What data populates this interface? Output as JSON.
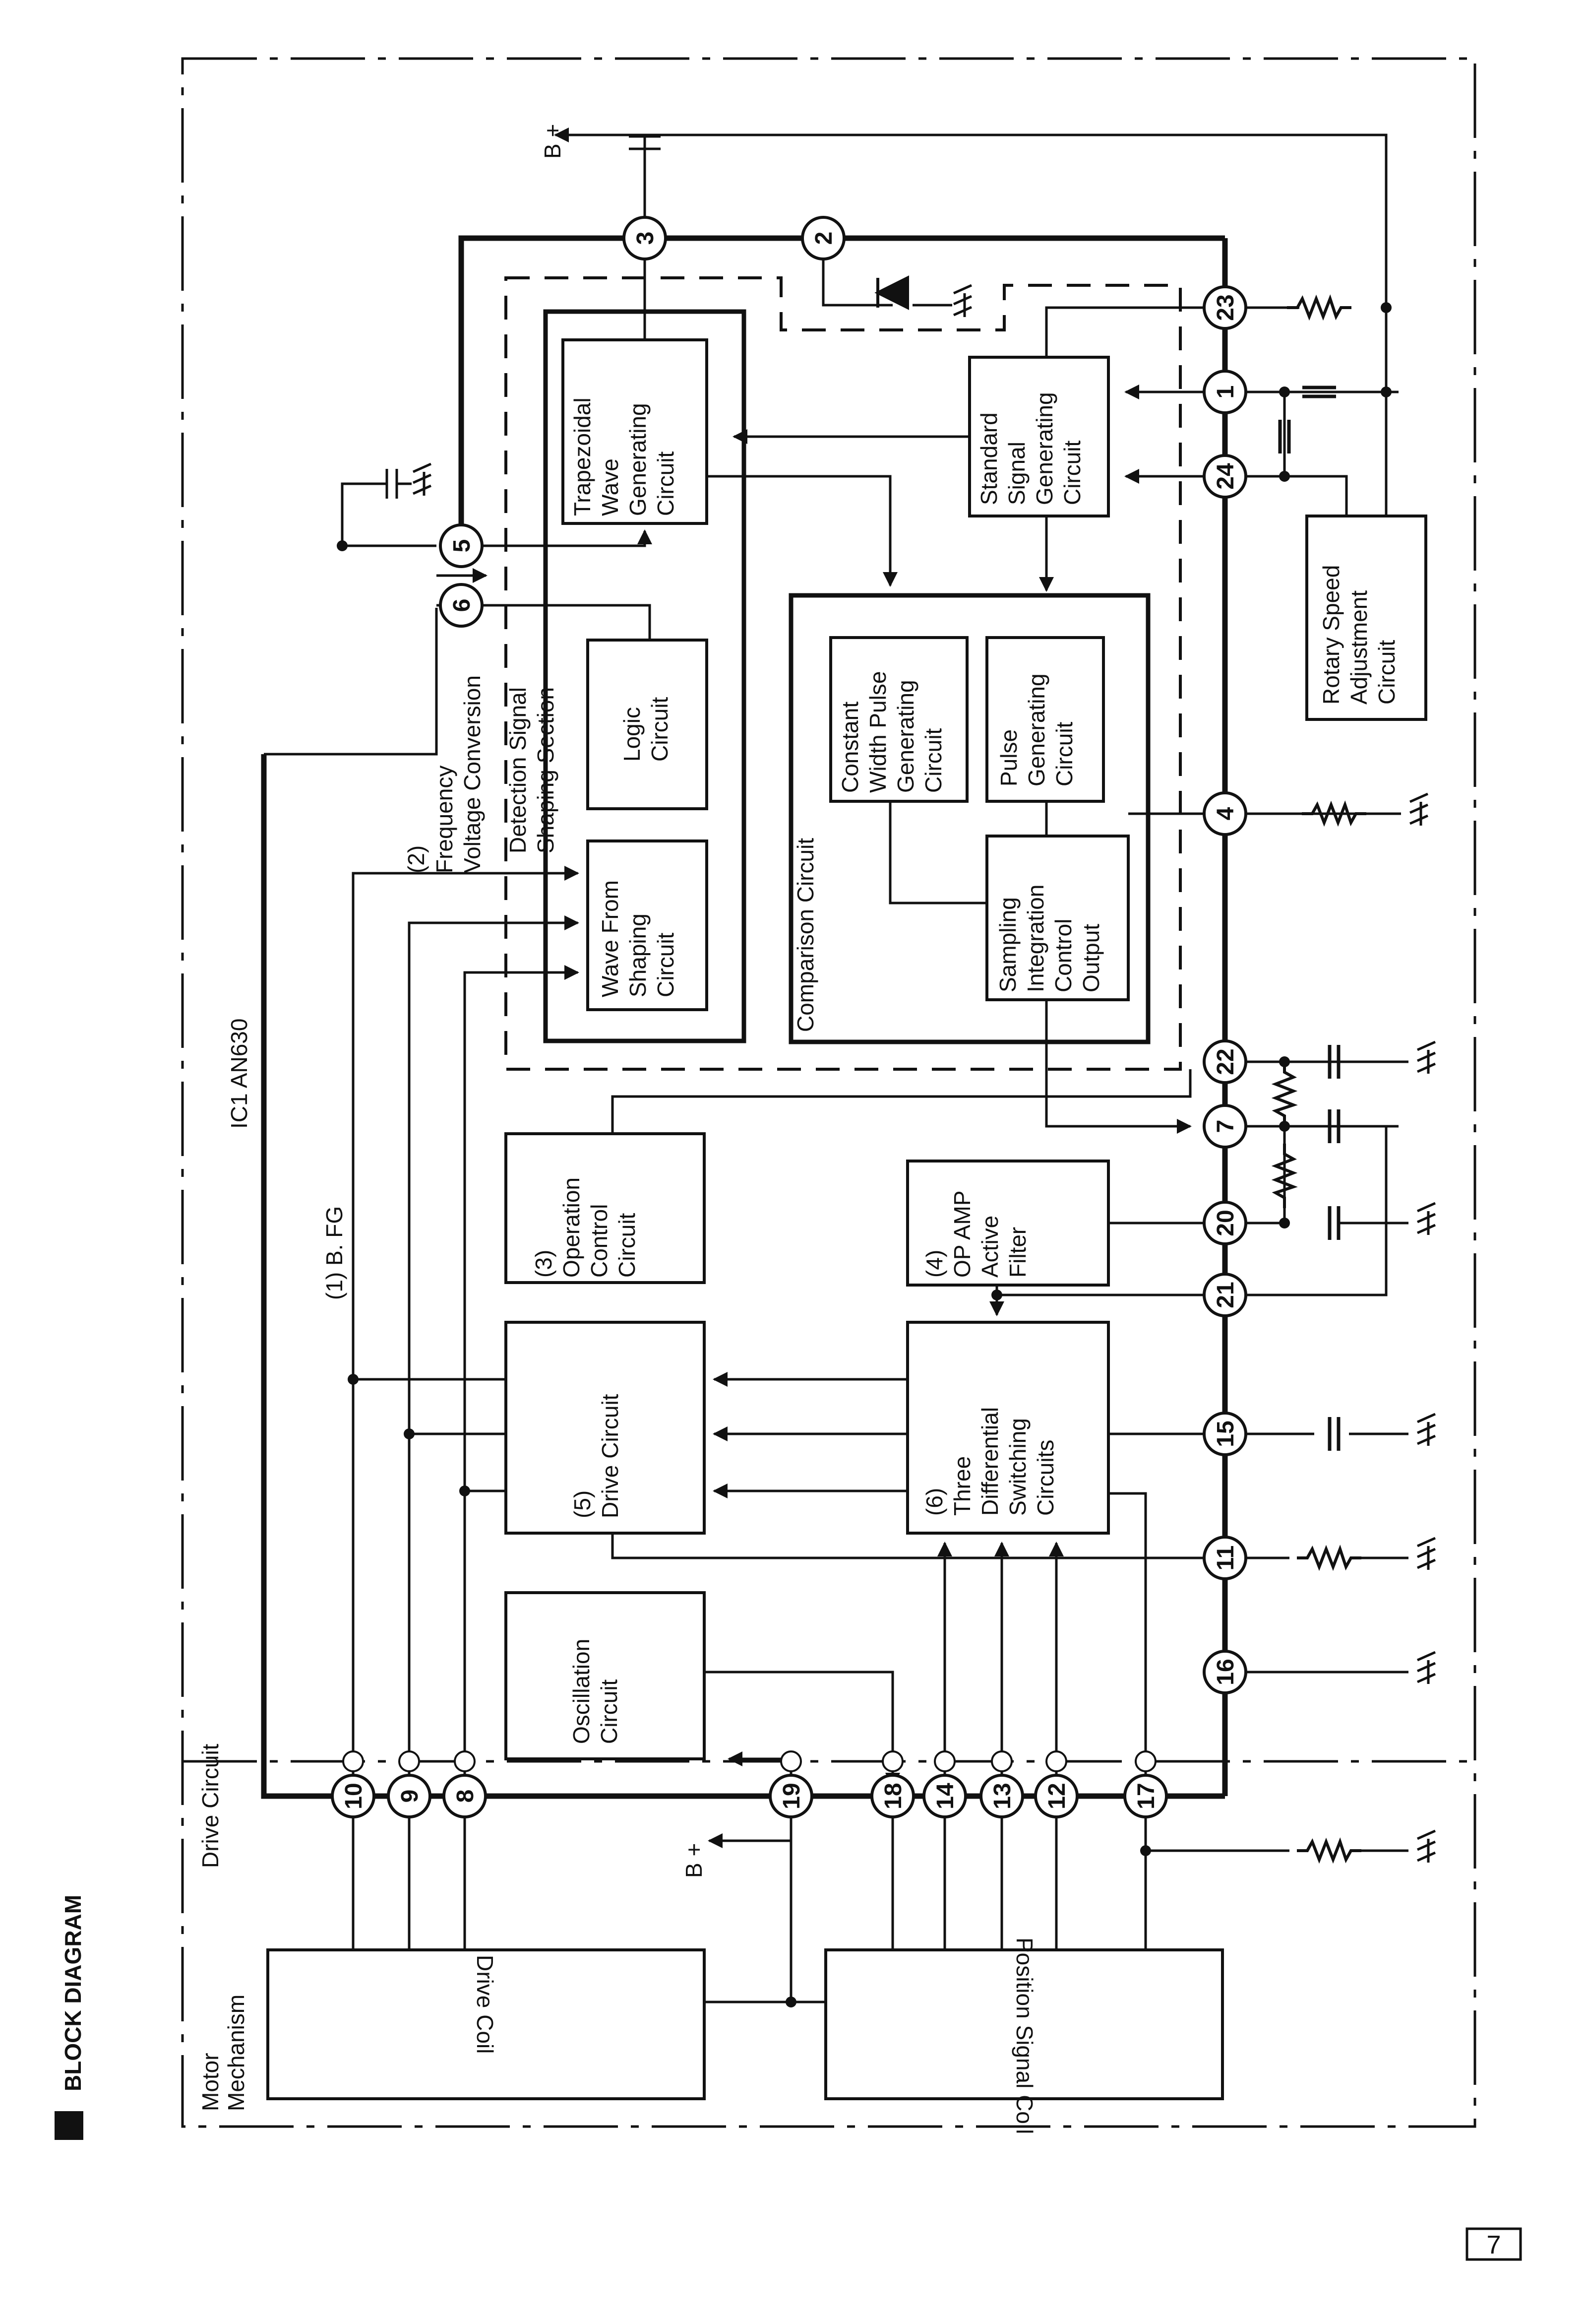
{
  "title": "BLOCK DIAGRAM",
  "page_number": "7",
  "labels": {
    "ic": "IC1 AN630",
    "drive_circuit_area": "Drive Circuit",
    "motor_mechanism_1": "Motor",
    "motor_mechanism_2": "Mechanism",
    "bfg": "(1) B. FG",
    "fv2_l1": "(2)",
    "fv2_l2": "Frequency",
    "fv2_l3": "Voltage Conversion",
    "detection_l1": "Detection Signal",
    "detection_l2": "Shaping Section",
    "comparison": "Comparison Circuit",
    "bplus_top": "B +",
    "bplus_bottom": "B +"
  },
  "blocks": {
    "trapezoidal": [
      "Trapezoidal",
      "Wave",
      "Generating",
      "Circuit"
    ],
    "logic": [
      "Logic",
      "Circuit"
    ],
    "wave_shaping": [
      "Wave From",
      "Shaping",
      "Circuit"
    ],
    "standard_signal": [
      "Standard",
      "Signal",
      "Generating",
      "Circuit"
    ],
    "rotary_speed": [
      "Rotary Speed",
      "Adjustment",
      "Circuit"
    ],
    "constant_width": [
      "Constant",
      "Width Pulse",
      "Generating",
      "Circuit"
    ],
    "pulse_gen": [
      "Pulse",
      "Generating",
      "Circuit"
    ],
    "sampling": [
      "Sampling",
      "Integration",
      "Control",
      "Output"
    ],
    "operation_control": [
      "(3)",
      "Operation",
      "Control",
      "Circuit"
    ],
    "opamp": [
      "(4)",
      "OP AMP",
      "Active",
      "Filter"
    ],
    "drive": [
      "(5)",
      "Drive Circuit"
    ],
    "switching": [
      "(6)",
      "Three",
      "Differential",
      "Switching",
      "Circuits"
    ],
    "oscillation": [
      "Oscillation",
      "Circuit"
    ],
    "drive_coil": "Drive Coil",
    "position_coil": "Position Signal Coil"
  },
  "pins": {
    "p1": "1",
    "p2": "2",
    "p3": "3",
    "p4": "4",
    "p5": "5",
    "p6": "6",
    "p7": "7",
    "p8": "8",
    "p9": "9",
    "p10": "10",
    "p11": "11",
    "p12": "12",
    "p13": "13",
    "p14": "14",
    "p15": "15",
    "p16": "16",
    "p17": "17",
    "p18": "18",
    "p19": "19",
    "p20": "20",
    "p21": "21",
    "p22": "22",
    "p23": "23",
    "p24": "24"
  }
}
